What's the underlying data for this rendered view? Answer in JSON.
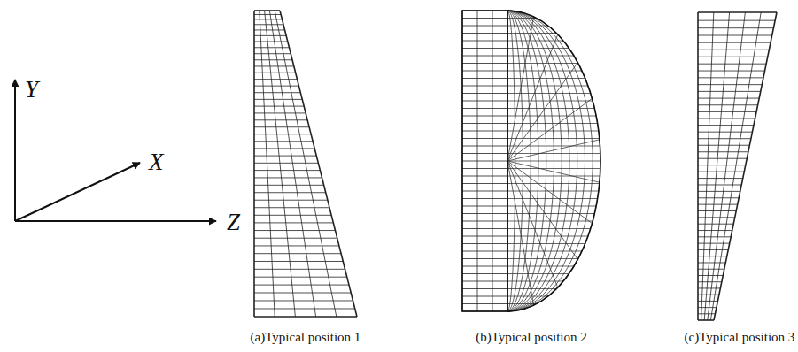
{
  "diagram": {
    "labels": [
      "Y",
      "X",
      "Z",
      "(a)Typical position 1",
      "(b)Typical position 2",
      "(c)Typical position 3"
    ]
  }
}
